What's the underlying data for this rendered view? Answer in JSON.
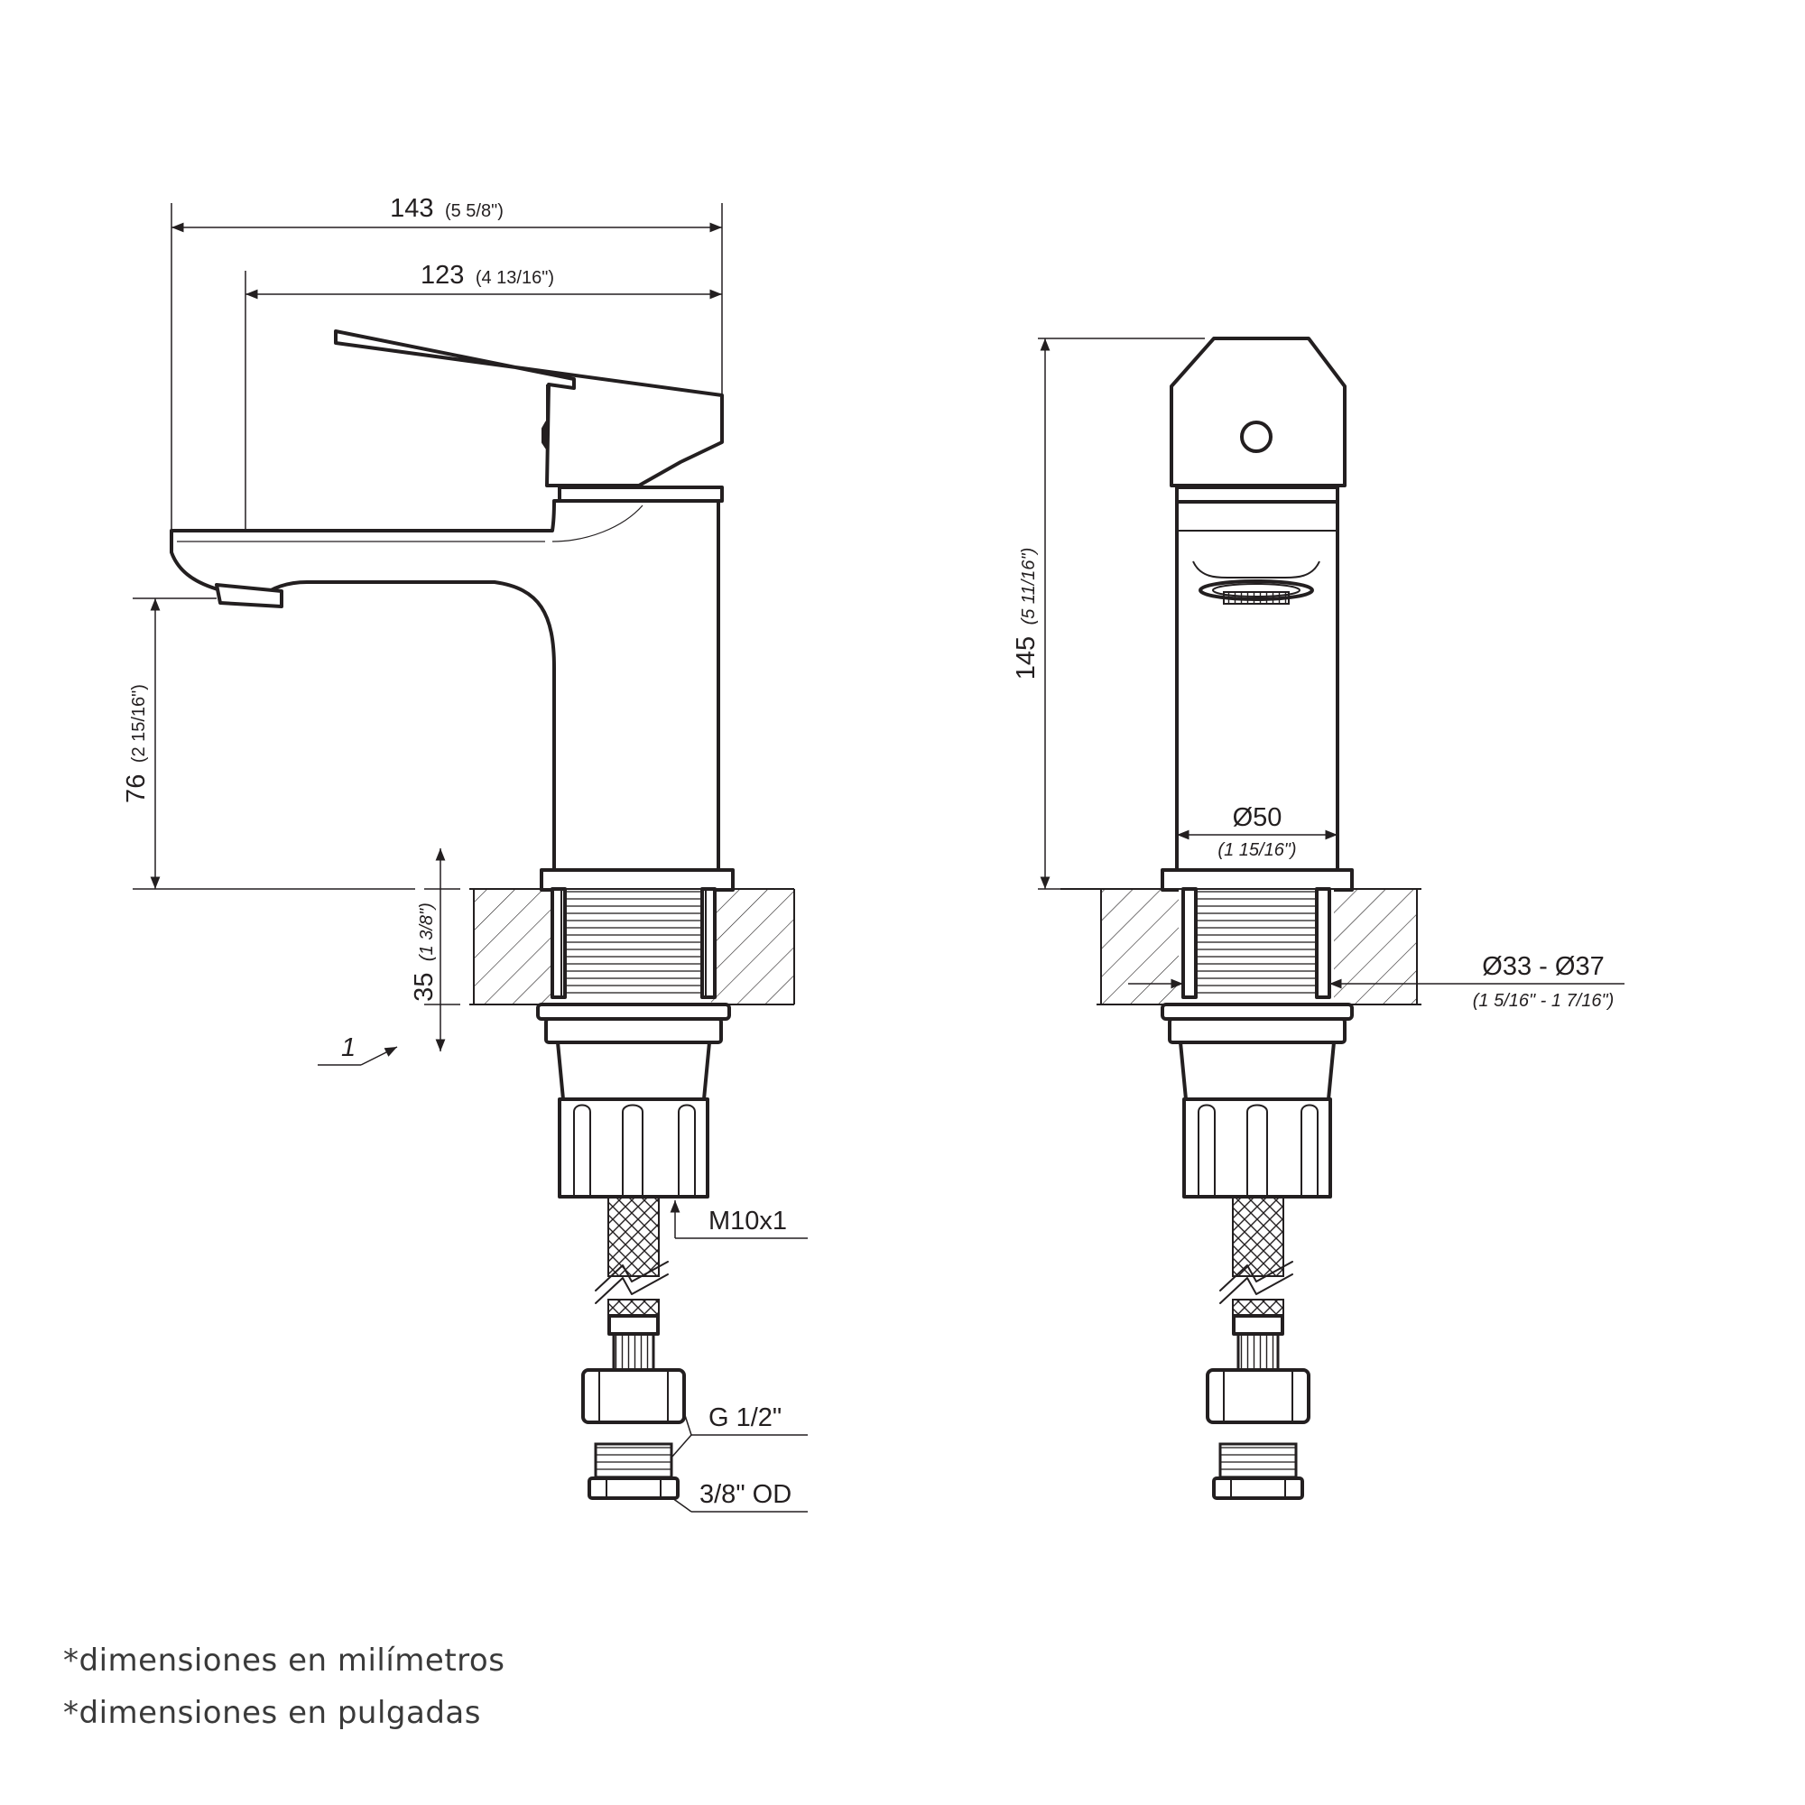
{
  "dimensions": {
    "overall_width": {
      "mm": "143",
      "inch": "(5 5/8\")"
    },
    "spout_reach": {
      "mm": "123",
      "inch": "(4 13/16\")"
    },
    "spout_height": {
      "mm": "76",
      "inch": "(2 15/16\")"
    },
    "max_deck_thickness": {
      "mm": "35",
      "inch": "(1 3/8\")"
    },
    "total_height": {
      "mm": "145",
      "inch": "(5 11/16\")"
    },
    "base_diameter": {
      "mm": "Ø50",
      "inch": "(1 15/16\")"
    },
    "hole_diameter": {
      "mm": "Ø33 - Ø37",
      "inch": "(1 5/16\" - 1 7/16\")"
    }
  },
  "callouts": {
    "item_number": "1",
    "hose_thread": "M10x1",
    "connector_thread": "G 1/2\"",
    "connector_od": "3/8\" OD"
  },
  "footnotes": {
    "metric": "*dimensiones en milímetros",
    "imperial": "*dimensiones en pulgadas"
  },
  "colors": {
    "line": "#231f20",
    "footnote_text": "#3a3a3a",
    "background": "#ffffff"
  }
}
